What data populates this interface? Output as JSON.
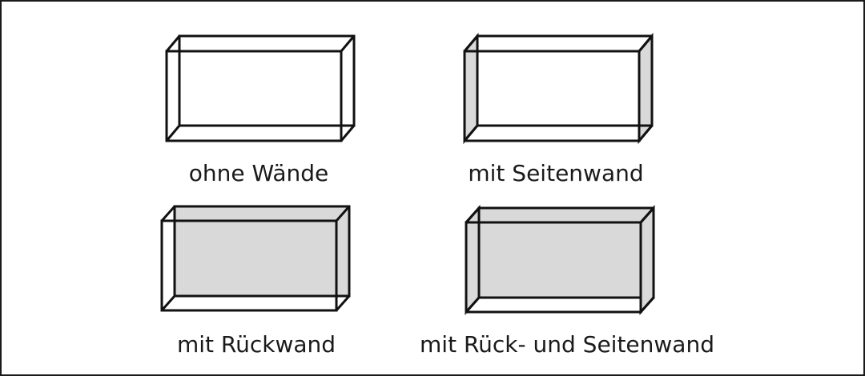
{
  "colors": {
    "line": "#111111",
    "wall_fill": "#d9d9d9",
    "background": "#ffffff"
  },
  "items": [
    {
      "caption": "ohne Wände",
      "side_wall": false,
      "back_wall": false
    },
    {
      "caption": "mit Seitenwand",
      "side_wall": true,
      "back_wall": false
    },
    {
      "caption": "mit Rückwand",
      "side_wall": false,
      "back_wall": true
    },
    {
      "caption": "mit Rück- und Seitenwand",
      "side_wall": true,
      "back_wall": true
    }
  ]
}
